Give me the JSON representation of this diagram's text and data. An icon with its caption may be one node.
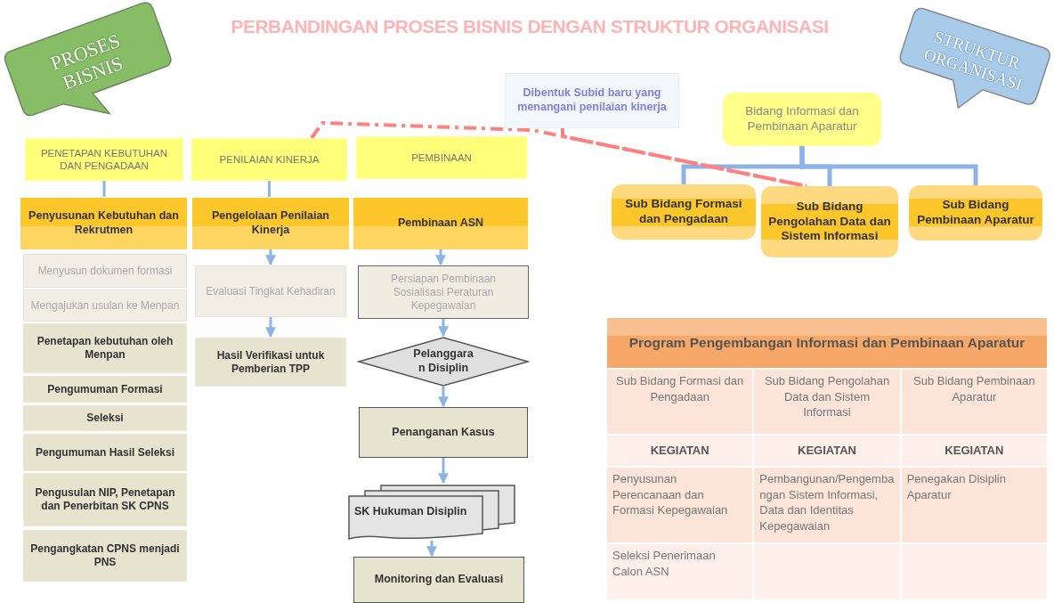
{
  "diagram": {
    "title": "PERBANDINGAN PROSES BISNIS DENGAN STRUKTUR ORGANISASI",
    "nodes": [
      {
        "text": [
          "PROSES BISNIS"
        ]
      },
      {
        "text": [
          "STRUKTUR ORGANISASI"
        ]
      },
      {
        "text": [
          "Dibentuk Subid baru yang menangani penilaian kinerja"
        ]
      },
      {
        "text": [
          "PENETAPAN KEBUTUHAN DAN PENGADAAN"
        ]
      },
      {
        "text": [
          "PENILAIAN KINERJA"
        ]
      },
      {
        "text": [
          "PEMBINAAN"
        ]
      },
      {
        "text": [
          "Penyusunan Kebutuhan dan Rekrutmen"
        ]
      },
      {
        "text": [
          "Pengelolaan Penilaian Kinerja"
        ]
      },
      {
        "text": [
          "Pembinaan ASN"
        ]
      },
      {
        "text": [
          "Menyusun dokumen formasi"
        ]
      },
      {
        "text": [
          "Mengajukan usulan ke Menpan"
        ]
      },
      {
        "text": [
          "Penetapan kebutuhan oleh Menpan"
        ]
      },
      {
        "text": [
          "Pengumuman Formasi"
        ]
      },
      {
        "text": [
          "Seleksi"
        ]
      },
      {
        "text": [
          "Pengumuman Hasil Seleksi"
        ]
      },
      {
        "text": [
          "Pengusulan NIP, Penetapan dan Penerbitan SK CPNS"
        ]
      },
      {
        "text": [
          "Pengangkatan CPNS menjadi PNS"
        ]
      },
      {
        "text": [
          "Evaluasi Tingkat Kehadiran"
        ]
      },
      {
        "text": [
          "Hasil Verifikasi untuk Pemberian TPP"
        ]
      },
      {
        "text": [
          "Persiapan Pembinaan Sosialisasi Peraturan Kepegawaian"
        ]
      },
      {
        "text": [
          "Pelanggara n Disiplin"
        ]
      },
      {
        "text": [
          "Penanganan Kasus"
        ]
      },
      {
        "text": [
          "SK Hukuman Disiplin"
        ]
      },
      {
        "text": [
          "Monitoring dan Evaluasi"
        ]
      },
      {
        "text": [
          "Bidang Informasi dan Pembinaan Aparatur"
        ]
      },
      {
        "text": [
          "Sub Bidang Formasi dan Pengadaan"
        ]
      },
      {
        "text": [
          "Sub Bidang Pengolahan Data dan Sistem Informasi"
        ]
      },
      {
        "text": [
          "Sub Bidang Pembinaan Aparatur"
        ]
      }
    ],
    "edges": [
      {
        "from": 3,
        "to": 6,
        "arrow": "none"
      },
      {
        "from": 4,
        "to": 7,
        "arrow": "none"
      },
      {
        "from": 7,
        "to": 17,
        "arrow": "to"
      },
      {
        "from": 17,
        "to": 18,
        "arrow": "to"
      },
      {
        "from": 8,
        "to": 19,
        "arrow": "to"
      },
      {
        "from": 19,
        "to": 20,
        "arrow": "to"
      },
      {
        "from": 20,
        "to": 21,
        "arrow": "to"
      },
      {
        "from": 21,
        "to": 22,
        "arrow": "to"
      },
      {
        "from": 22,
        "to": 23,
        "arrow": "to"
      },
      {
        "from": 24,
        "to": 25,
        "arrow": "none"
      },
      {
        "from": 24,
        "to": 26,
        "arrow": "none"
      },
      {
        "from": 24,
        "to": 27,
        "arrow": "none"
      },
      {
        "from": 4,
        "to": 26,
        "arrow": "none",
        "style": "dashed",
        "color": "#ff8080"
      },
      {
        "from": 2,
        "to": 26,
        "arrow": "none",
        "style": "dashed",
        "color": "#ff8080"
      }
    ],
    "labels": [
      "Program Pengembangan Informasi dan Pembinaan Aparatur",
      "Sub Bidang Formasi dan Pengadaan",
      "Sub Bidang Pengolahan Data dan Sistem Informasi",
      "Sub Bidang Pembinaan Aparatur",
      "KEGIATAN",
      "KEGIATAN",
      "KEGIATAN",
      "Penyusunan Perencanaan dan Formasi Kepegawaian",
      "Pembangunan/Pengembangan Sistem Informasi, Data dan Identitas Kepegawaian",
      "Penegakan Disiplin Aparatur",
      "Seleksi Penerimaan Calon ASN"
    ]
  }
}
